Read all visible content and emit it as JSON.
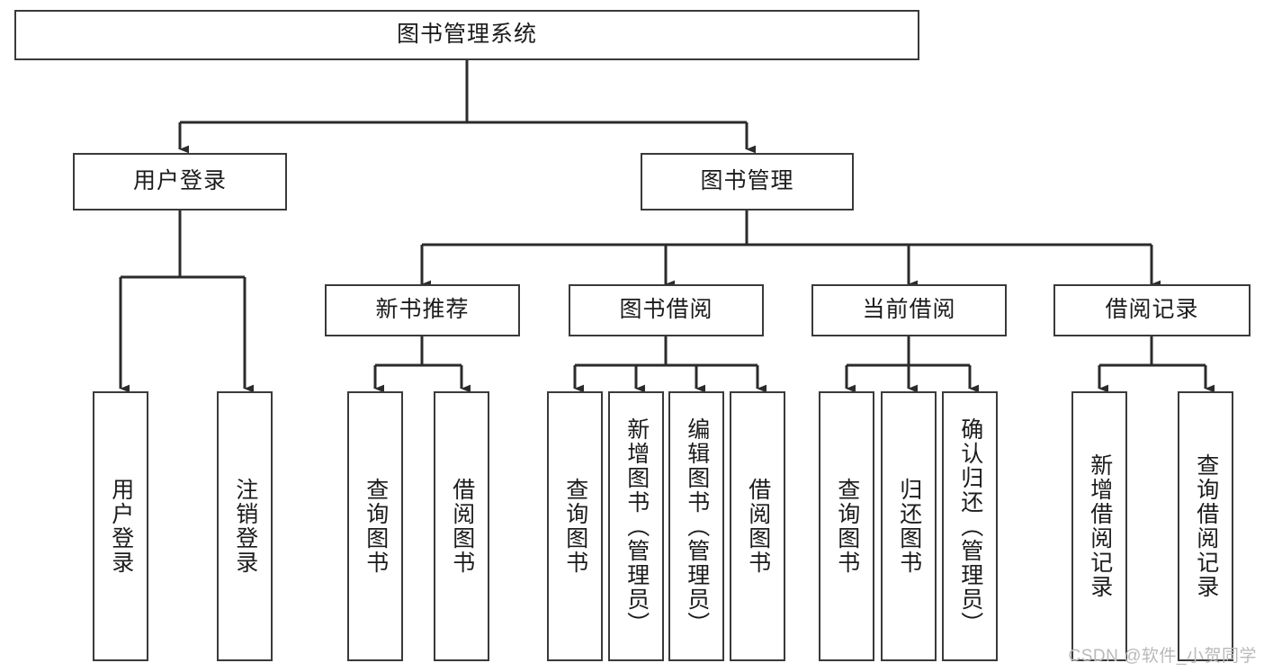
{
  "diagram": {
    "title": "图书管理系统",
    "type": "tree-hierarchy-diagram",
    "root": {
      "id": "root",
      "label": "图书管理系统",
      "orientation": "horizontal"
    },
    "level2": [
      {
        "id": "user-login",
        "label": "用户登录",
        "orientation": "horizontal"
      },
      {
        "id": "book-management",
        "label": "图书管理",
        "orientation": "horizontal"
      }
    ],
    "level3": [
      {
        "id": "new-book-recommend",
        "label": "新书推荐",
        "orientation": "horizontal",
        "parent": "book-management"
      },
      {
        "id": "book-borrow",
        "label": "图书借阅",
        "orientation": "horizontal",
        "parent": "book-management"
      },
      {
        "id": "current-borrow",
        "label": "当前借阅",
        "orientation": "horizontal",
        "parent": "book-management"
      },
      {
        "id": "borrow-record",
        "label": "借阅记录",
        "orientation": "horizontal",
        "parent": "book-management"
      }
    ],
    "leaves": [
      {
        "id": "leaf-user-login",
        "label": "用户登录",
        "orientation": "vertical",
        "parent": "user-login"
      },
      {
        "id": "leaf-user-logout",
        "label": "注销登录",
        "orientation": "vertical",
        "parent": "user-login"
      },
      {
        "id": "leaf-query-book-1",
        "label": "查询图书",
        "orientation": "vertical",
        "parent": "new-book-recommend"
      },
      {
        "id": "leaf-borrow-book-1",
        "label": "借阅图书",
        "orientation": "vertical",
        "parent": "new-book-recommend"
      },
      {
        "id": "leaf-query-book-2",
        "label": "查询图书",
        "orientation": "vertical",
        "parent": "book-borrow"
      },
      {
        "id": "leaf-add-book",
        "label": "新增图书（管理员）",
        "orientation": "vertical",
        "parent": "book-borrow"
      },
      {
        "id": "leaf-edit-book",
        "label": "编辑图书（管理员）",
        "orientation": "vertical",
        "parent": "book-borrow"
      },
      {
        "id": "leaf-borrow-book-2",
        "label": "借阅图书",
        "orientation": "vertical",
        "parent": "book-borrow"
      },
      {
        "id": "leaf-query-book-3",
        "label": "查询图书",
        "orientation": "vertical",
        "parent": "current-borrow"
      },
      {
        "id": "leaf-return-book",
        "label": "归还图书",
        "orientation": "vertical",
        "parent": "current-borrow"
      },
      {
        "id": "leaf-confirm-return",
        "label": "确认归还（管理员）",
        "orientation": "vertical",
        "parent": "current-borrow"
      },
      {
        "id": "leaf-add-borrow-record",
        "label": "新增借阅记录",
        "orientation": "vertical",
        "parent": "borrow-record"
      },
      {
        "id": "leaf-query-borrow-record",
        "label": "查询借阅记录",
        "orientation": "vertical",
        "parent": "borrow-record"
      }
    ],
    "colors": {
      "box_border": "#3a3a3a",
      "box_fill": "#ffffff",
      "edge": "#2b2b2b",
      "text": "#1b1b1b",
      "watermark": "#b9b9b9",
      "background": "#ffffff"
    }
  },
  "watermark": {
    "text": "CSDN @软件_小贺同学"
  }
}
